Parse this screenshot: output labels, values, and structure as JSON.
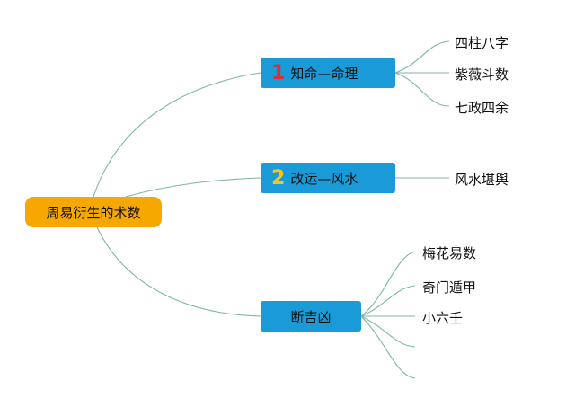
{
  "root": {
    "label": "周易衍生的术数"
  },
  "branches": [
    {
      "number": "1",
      "label": "知命—命理",
      "number_color": "#e8282f",
      "leaves": [
        "四柱八字",
        "紫薇斗数",
        "七政四余"
      ]
    },
    {
      "number": "2",
      "label": "改运—风水",
      "number_color": "#f5c518",
      "leaves": [
        "风水堪舆"
      ]
    },
    {
      "number": "",
      "label": "断吉凶",
      "leaves": [
        "梅花易数",
        "奇门遁甲",
        "小六壬"
      ]
    }
  ],
  "colors": {
    "root": "#f7a800",
    "branch": "#1a9ad6",
    "line": "#7fb5a8"
  }
}
